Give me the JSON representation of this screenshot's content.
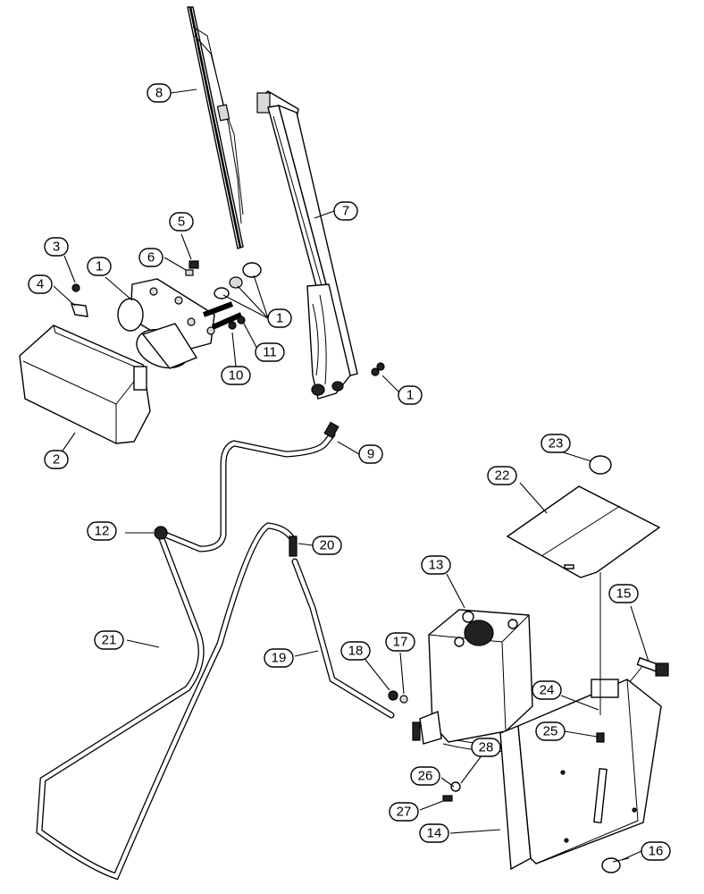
{
  "callouts": [
    {
      "id": "c8",
      "label": "8"
    },
    {
      "id": "c7",
      "label": "7"
    },
    {
      "id": "c5",
      "label": "5"
    },
    {
      "id": "c3",
      "label": "3"
    },
    {
      "id": "c1a",
      "label": "1"
    },
    {
      "id": "c6",
      "label": "6"
    },
    {
      "id": "c4",
      "label": "4"
    },
    {
      "id": "c1b",
      "label": "1"
    },
    {
      "id": "c11",
      "label": "11"
    },
    {
      "id": "c10",
      "label": "10"
    },
    {
      "id": "c1c",
      "label": "1"
    },
    {
      "id": "c2",
      "label": "2"
    },
    {
      "id": "c9",
      "label": "9"
    },
    {
      "id": "c23",
      "label": "23"
    },
    {
      "id": "c22",
      "label": "22"
    },
    {
      "id": "c12",
      "label": "12"
    },
    {
      "id": "c20",
      "label": "20"
    },
    {
      "id": "c13",
      "label": "13"
    },
    {
      "id": "c15",
      "label": "15"
    },
    {
      "id": "c21",
      "label": "21"
    },
    {
      "id": "c19",
      "label": "19"
    },
    {
      "id": "c18",
      "label": "18"
    },
    {
      "id": "c17",
      "label": "17"
    },
    {
      "id": "c24",
      "label": "24"
    },
    {
      "id": "c25",
      "label": "25"
    },
    {
      "id": "c28",
      "label": "28"
    },
    {
      "id": "c26",
      "label": "26"
    },
    {
      "id": "c27",
      "label": "27"
    },
    {
      "id": "c14",
      "label": "14"
    },
    {
      "id": "c16",
      "label": "16"
    }
  ]
}
